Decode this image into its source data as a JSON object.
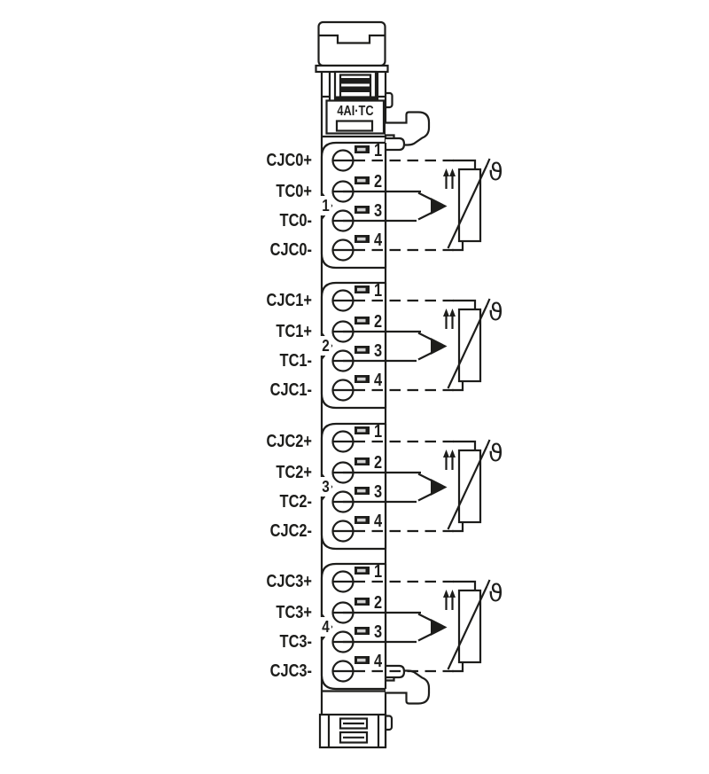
{
  "diagram": {
    "module_label": "4AI·TC",
    "sensor_symbol": "ϑ",
    "line_color": "#1d1d1b",
    "background": "#ffffff"
  },
  "channels": [
    {
      "group": "1",
      "terminals": [
        {
          "number": "1",
          "signal": "CJC0+"
        },
        {
          "number": "2",
          "signal": "TC0+"
        },
        {
          "number": "3",
          "signal": "TC0-"
        },
        {
          "number": "4",
          "signal": "CJC0-"
        }
      ]
    },
    {
      "group": "2",
      "terminals": [
        {
          "number": "1",
          "signal": "CJC1+"
        },
        {
          "number": "2",
          "signal": "TC1+"
        },
        {
          "number": "3",
          "signal": "TC1-"
        },
        {
          "number": "4",
          "signal": "CJC1-"
        }
      ]
    },
    {
      "group": "3",
      "terminals": [
        {
          "number": "1",
          "signal": "CJC2+"
        },
        {
          "number": "2",
          "signal": "TC2+"
        },
        {
          "number": "3",
          "signal": "TC2-"
        },
        {
          "number": "4",
          "signal": "CJC2-"
        }
      ]
    },
    {
      "group": "4",
      "terminals": [
        {
          "number": "1",
          "signal": "CJC3+"
        },
        {
          "number": "2",
          "signal": "TC3+"
        },
        {
          "number": "3",
          "signal": "TC3-"
        },
        {
          "number": "4",
          "signal": "CJC3-"
        }
      ]
    }
  ]
}
